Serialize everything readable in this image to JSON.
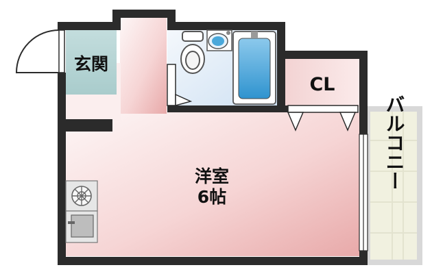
{
  "rooms": {
    "entrance": "玄関",
    "closet": "CL",
    "western_room_name": "洋室",
    "western_room_size": "6帖",
    "balcony": "バルコニー"
  },
  "colors": {
    "wall": "#2b2b2b",
    "entrance_floor": "#bcd8d8",
    "bath_area": "#d7e6f6",
    "room_light": "#fbeeee",
    "room_dark": "#e8a6a6",
    "closet": "#f7d8d8",
    "balcony": "#efefdc",
    "tub": "#4aa8da"
  },
  "fixtures": [
    "door-swing",
    "toilet",
    "washbasin",
    "bathtub",
    "closet-doors",
    "stove",
    "kitchen-sink",
    "balcony-sliding-window"
  ]
}
